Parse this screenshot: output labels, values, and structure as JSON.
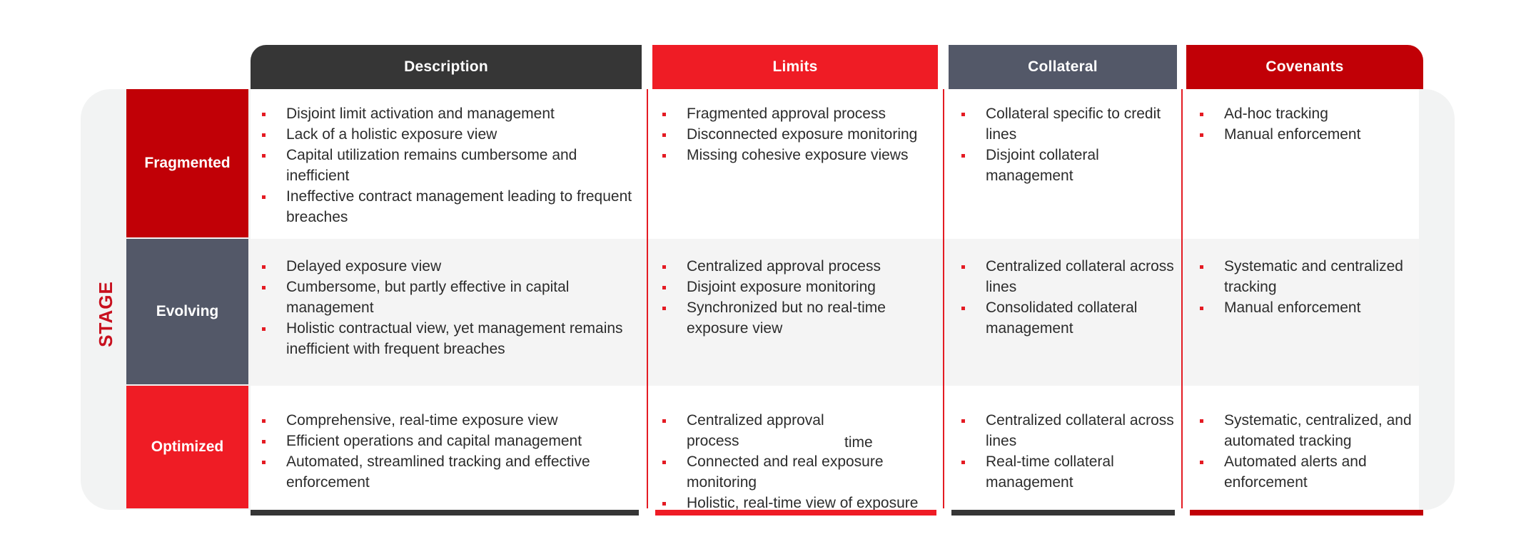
{
  "stage_label": "STAGE",
  "columns": [
    {
      "label": "Description",
      "color": "#363636"
    },
    {
      "label": "Limits",
      "color": "#ef1c25"
    },
    {
      "label": "Collateral",
      "color": "#535868"
    },
    {
      "label": "Covenants",
      "color": "#c10006"
    }
  ],
  "rows": [
    {
      "label": "Fragmented",
      "color": "#c10006",
      "cells": [
        [
          "Disjoint limit activation and management",
          "Lack of a holistic exposure view",
          "Capital utilization remains cumbersome and inefficient",
          "Ineffective contract management leading to frequent breaches"
        ],
        [
          "Fragmented approval process",
          "Disconnected exposure monitoring",
          "Missing cohesive exposure views"
        ],
        [
          "Collateral specific to credit lines",
          "Disjoint collateral management"
        ],
        [
          "Ad-hoc tracking",
          "Manual enforcement"
        ]
      ]
    },
    {
      "label": "Evolving",
      "color": "#535868",
      "cells": [
        [
          "Delayed exposure view",
          "Cumbersome, but partly effective in capital management",
          "Holistic contractual view, yet management remains inefficient with frequent breaches"
        ],
        [
          "Centralized approval process",
          "Disjoint exposure monitoring",
          "Synchronized but no real-time exposure view"
        ],
        [
          "Centralized collateral across lines",
          "Consolidated collateral management"
        ],
        [
          "Systematic and centralized tracking",
          "Manual enforcement"
        ]
      ]
    },
    {
      "label": "Optimized",
      "color": "#ef1c25",
      "cells": [
        [
          "Comprehensive, real-time exposure view",
          "Efficient operations and capital management",
          "Automated, streamlined tracking and effective enforcement"
        ],
        [
          "Centralized approval process",
          "Connected and real exposure monitoring",
          "Holistic, real-time view of exposure"
        ],
        [
          "Centralized collateral across lines",
          "Real-time collateral management"
        ],
        [
          "Systematic, centralized, and automated tracking",
          "Automated alerts and enforcement"
        ]
      ]
    }
  ],
  "stray_text": "time",
  "row_band_colors": [
    "#ffffff",
    "#f4f4f4",
    "#ffffff"
  ],
  "divider_color": "#e41b23"
}
